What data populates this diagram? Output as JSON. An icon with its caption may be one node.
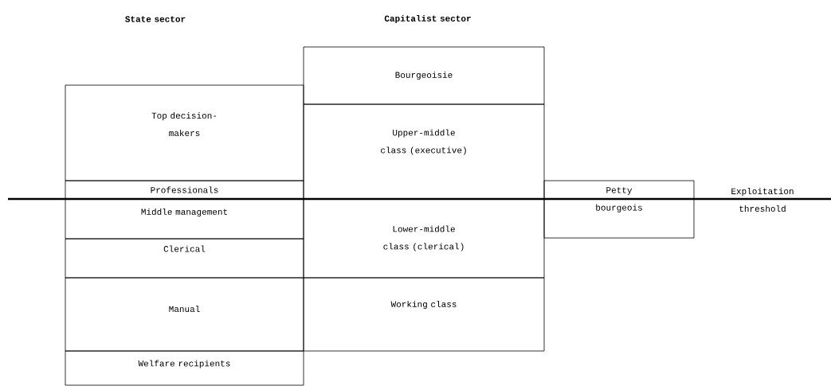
{
  "diagram": {
    "nodes": [
      {
        "text": [
          "Top decision-makers"
        ]
      },
      {
        "text": [
          "Professionals"
        ]
      },
      {
        "text": [
          "Middle management"
        ]
      },
      {
        "text": [
          "Clerical"
        ]
      },
      {
        "text": [
          "Manual"
        ]
      },
      {
        "text": [
          "Welfare recipients"
        ]
      },
      {
        "text": [
          "Bourgeoisie"
        ]
      },
      {
        "text": [
          "Upper-middle class (executive)"
        ]
      },
      {
        "text": [
          "Lower-middle class (clerical)"
        ]
      },
      {
        "text": [
          "Working class"
        ]
      },
      {
        "text": [
          "Petty bourgeois"
        ]
      }
    ],
    "edges": [],
    "labels": [
      "State sector",
      "Capitalist sector",
      "Exploitation threshold"
    ]
  }
}
